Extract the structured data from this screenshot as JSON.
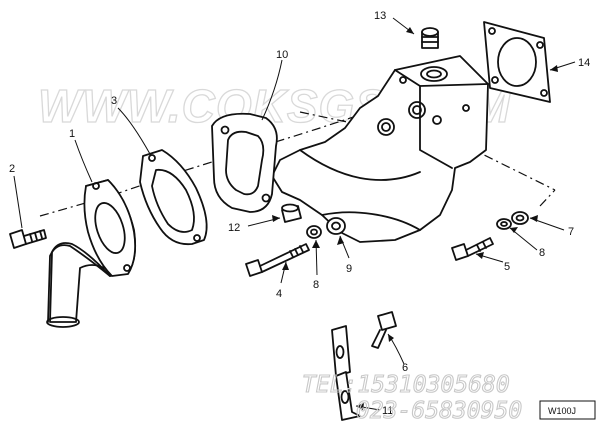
{
  "watermark": {
    "url": "WWW.CQKSGS.COM",
    "tel": "TEL:15310305680",
    "phone": "023-65830950"
  },
  "figure_code": "W100J",
  "callouts": {
    "c1": "1",
    "c2": "2",
    "c3": "3",
    "c4": "4",
    "c5": "5",
    "c6": "6",
    "c7": "7",
    "c8a": "8",
    "c8b": "8",
    "c9": "9",
    "c10": "10",
    "c11": "11",
    "c12": "12",
    "c13": "13",
    "c14": "14"
  }
}
